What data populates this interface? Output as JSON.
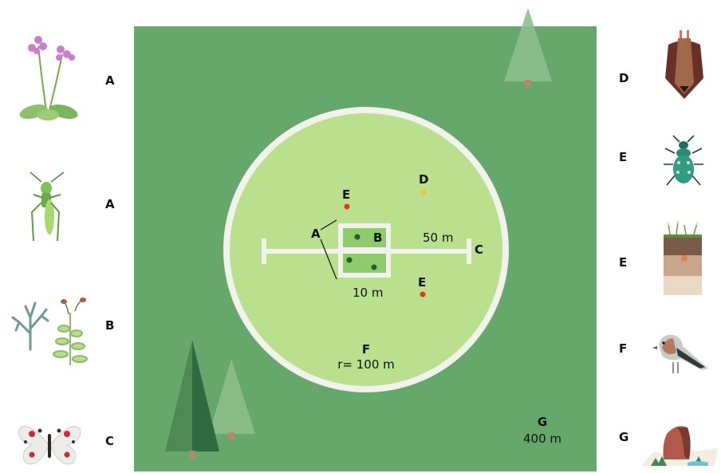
{
  "left_column": [
    {
      "icon": "primrose-flower-icon",
      "label": "A"
    },
    {
      "icon": "grasshopper-icon",
      "label": "A"
    },
    {
      "icon": "lichen-moss-icon",
      "label": "B"
    },
    {
      "icon": "butterfly-icon",
      "label": "C"
    }
  ],
  "right_column": [
    {
      "icon": "bat-icon",
      "label": "D"
    },
    {
      "icon": "beetle-icon",
      "label": "E"
    },
    {
      "icon": "soil-profile-icon",
      "label": "E"
    },
    {
      "icon": "bird-icon",
      "label": "F"
    },
    {
      "icon": "rock-landscape-icon",
      "label": "G"
    }
  ],
  "diagram": {
    "colors": {
      "outer_square": "#66a76c",
      "circle": "#badf8d",
      "ring": "#f2f2ec",
      "plot": "#8fcb6d",
      "dot_dark": "#1f5f38",
      "dot_red": "#e2371c",
      "dot_yellow": "#f2c33a"
    },
    "plot_label_a": "A",
    "plot_label_b": "B",
    "transect_label": "50 m",
    "transect_end_label": "C",
    "plot_size_label": "10 m",
    "point_d_label": "D",
    "point_e_label_upper": "E",
    "point_e_label_lower": "E",
    "circle_label": "F",
    "circle_radius": "r= 100 m",
    "square_label": "G",
    "square_size": "400 m"
  }
}
